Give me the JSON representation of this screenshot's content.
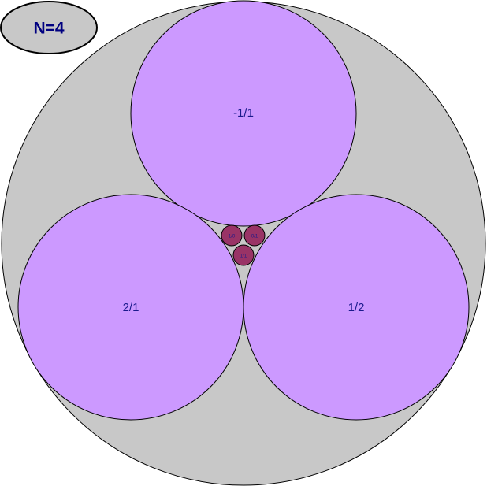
{
  "badge": {
    "label": "N=4"
  },
  "colors": {
    "outer": "#c8c8c8",
    "large": "#cc99ff",
    "small": "#993366",
    "text": "#1a1a8c",
    "badge_text": "#000080"
  },
  "circles": {
    "top": {
      "label": "-1/1"
    },
    "left": {
      "label": "2/1"
    },
    "right": {
      "label": "1/2"
    },
    "small_left": {
      "label": "1/0"
    },
    "small_right": {
      "label": "0/1"
    },
    "small_bottom": {
      "label": "1/1"
    }
  }
}
